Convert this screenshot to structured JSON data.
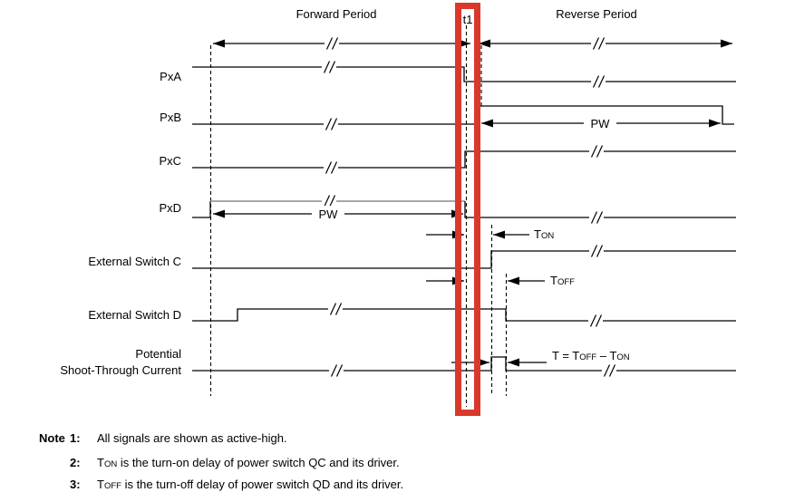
{
  "header": {
    "forward_period": "Forward Period",
    "t1_label": "t1",
    "reverse_period": "Reverse Period"
  },
  "signals": {
    "pxa": "PxA",
    "pxb": "PxB",
    "pxc": "PxC",
    "pxd": "PxD",
    "ext_switch_c": "External Switch C",
    "ext_switch_d": "External Switch D",
    "shoot_line1": "Potential",
    "shoot_line2": "Shoot-Through Current"
  },
  "annotations": {
    "pw_forward": "PW",
    "pw_reverse": "PW",
    "ton_t": "T",
    "ton_caps": "ON",
    "toff_t": "T",
    "toff_caps": "OFF",
    "teq_p1": "T = T",
    "teq_c1": "OFF",
    "teq_p2": " – T",
    "teq_c2": "ON"
  },
  "notes": {
    "label": "Note",
    "item1_num": "1:",
    "item1_text": "All signals are shown as active-high.",
    "item2_num": "2:",
    "item2_t": "T",
    "item2_caps": "ON",
    "item2_text": " is the turn-on delay of power switch QC and its driver.",
    "item3_num": "3:",
    "item3_t": "T",
    "item3_caps": "OFF",
    "item3_text": " is the turn-off delay of power switch QD and its driver."
  },
  "colors": {
    "line": "#000000",
    "pxd_high_line": "#8a8a8a",
    "highlight_box": "#d9382b",
    "background": "#ffffff"
  }
}
